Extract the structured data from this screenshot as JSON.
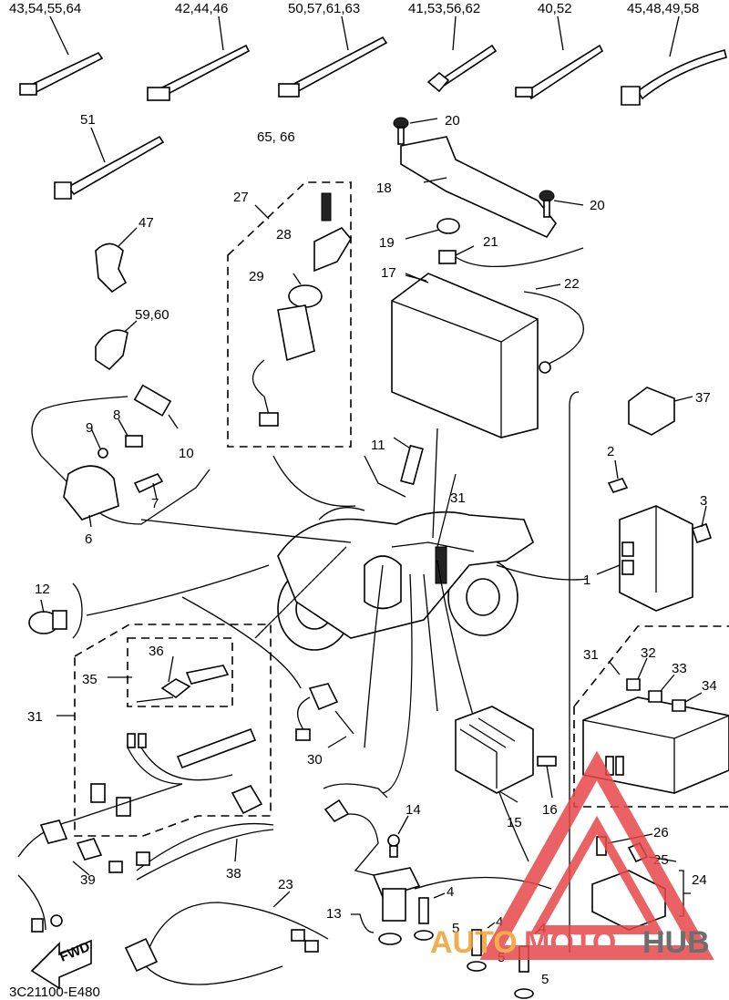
{
  "diagram": {
    "code": "3C21100-E480",
    "fwd": "FWD",
    "labels": {
      "l_43": "43,54,55,64",
      "l_42": "42,44,46",
      "l_50": "50,57,61,63",
      "l_41": "41,53,56,62",
      "l_40": "40,52",
      "l_45": "45,48,49,58",
      "l_51": "51",
      "l_65": "65, 66",
      "l_20a": "20",
      "l_18": "18",
      "l_20b": "20",
      "l_27": "27",
      "l_28": "28",
      "l_47": "47",
      "l_19": "19",
      "l_21": "21",
      "l_29": "29",
      "l_17": "17",
      "l_22": "22",
      "l_59": "59,60",
      "l_37": "37",
      "l_9": "9",
      "l_8": "8",
      "l_10": "10",
      "l_11": "11",
      "l_2": "2",
      "l_7": "7",
      "l_31a": "31",
      "l_3": "3",
      "l_6": "6",
      "l_1": "1",
      "l_12": "12",
      "l_36": "36",
      "l_35": "35",
      "l_31b": "31",
      "l_31c": "31",
      "l_32": "32",
      "l_33": "33",
      "l_34": "34",
      "l_30": "30",
      "l_16": "16",
      "l_15": "15",
      "l_14": "14",
      "l_26": "26",
      "l_25": "25",
      "l_24": "24",
      "l_39": "39",
      "l_38": "38",
      "l_23": "23",
      "l_4a": "4",
      "l_4b": "4",
      "l_4c": "4",
      "l_5a": "5",
      "l_5b": "5",
      "l_5c": "5",
      "l_13": "13"
    }
  },
  "watermark": {
    "prefix": "AUTO",
    "middle": "MOTO",
    "suffix": "HUB",
    "colors": {
      "triangle": "#e8474a",
      "prefix": "#f0a030",
      "middle": "#e8474a",
      "suffix": "#555555"
    }
  }
}
